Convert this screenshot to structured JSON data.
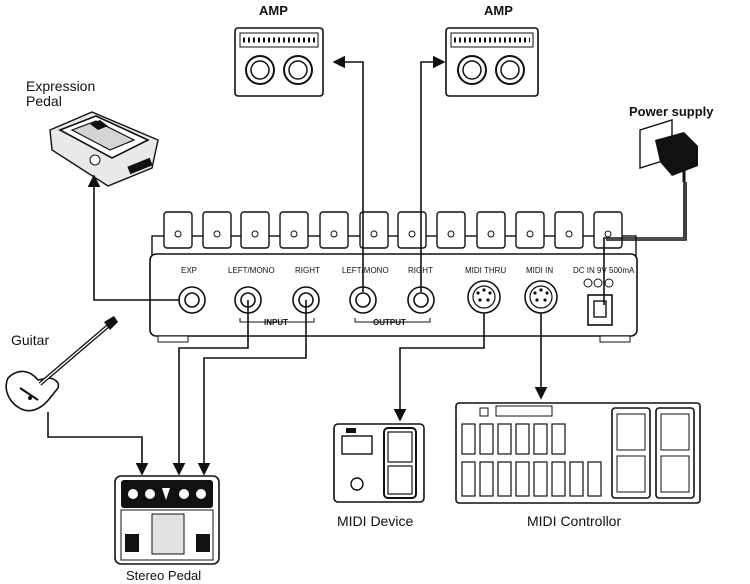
{
  "labels": {
    "amp_left": "AMP",
    "amp_right": "AMP",
    "power_supply": "Power  supply",
    "expression_pedal_line1": "Expression",
    "expression_pedal_line2": "Pedal",
    "guitar": "Guitar",
    "stereo_pedal": "Stereo Pedal",
    "midi_device": "MIDI Device",
    "midi_controller": "MIDI Controllor"
  },
  "jacks": {
    "exp": "EXP",
    "input_left": "LEFT/MONO",
    "input_right": "RIGHT",
    "output_left": "LEFT/MONO",
    "output_right": "RIGHT",
    "midi_thru": "MIDI THRU",
    "midi_in": "MIDI IN",
    "dc_in": "DC IN  9V 500mA",
    "input_group": "INPUT",
    "output_group": "OUTPUT"
  }
}
